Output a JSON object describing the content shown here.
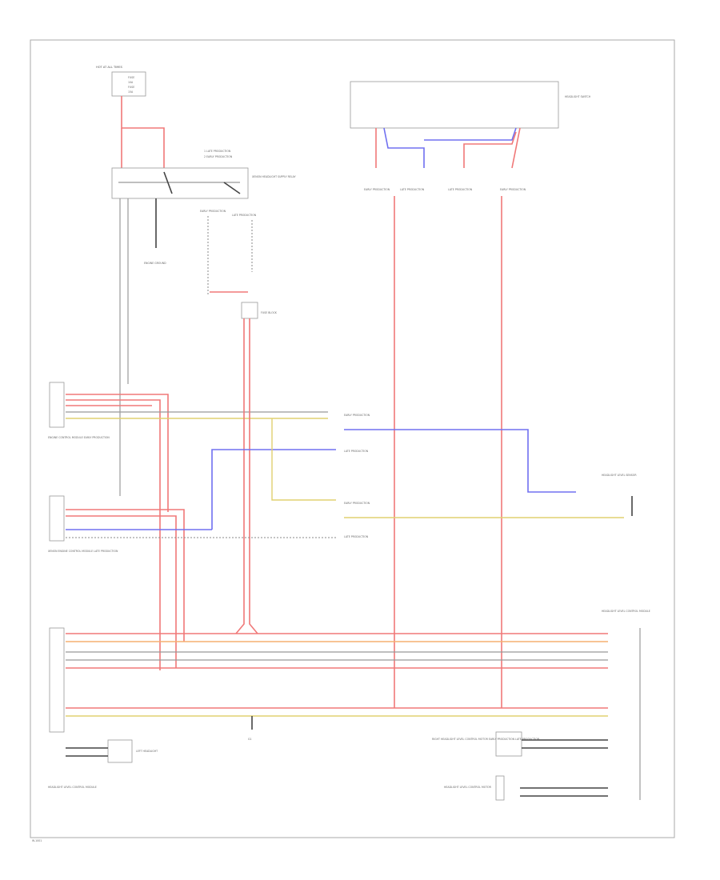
{
  "diagram": {
    "labels": {
      "fuse_box": "HOT AT ALL TIMES",
      "fuse_lines": [
        "FUSE",
        "10A",
        "FUSE",
        "15A"
      ],
      "relay_notes": [
        "1 LATE PRODUCTION",
        "2 EARLY PRODUCTION"
      ],
      "relay_name": "XENON HEADLIGHT SUPPLY RELAY",
      "ground": "ENGINE GROUND",
      "early_prod": "EARLY PRODUCTION",
      "late_prod": "LATE PRODUCTION",
      "fuse_block": "FUSE BLOCK",
      "headlight_switch_top": "HEADLIGHT SWITCH",
      "ecm_left": "ENGINE CONTROL MODULE EARLY PRODUCTION",
      "ecm_left2": "XENON ENGINE CONTROL MODULE LATE PRODUCTION",
      "right_sensor": "HEADLIGHT LEVEL SENSOR",
      "module_right": "HEADLIGHT LEVEL CONTROL MODULE",
      "module_left": "HEADLIGHT LEVEL CONTROL MODULE",
      "left_headlight": "LEFT HEADLIGHT",
      "right_headlight": "RIGHT HEADLIGHT LEVEL CONTROL MOTOR EARLY PRODUCTION LATE PRODUCTION",
      "right_level_motor": "HEADLIGHT LEVEL CONTROL MOTOR",
      "ground_point": "G1",
      "footer": "W-1001"
    }
  }
}
